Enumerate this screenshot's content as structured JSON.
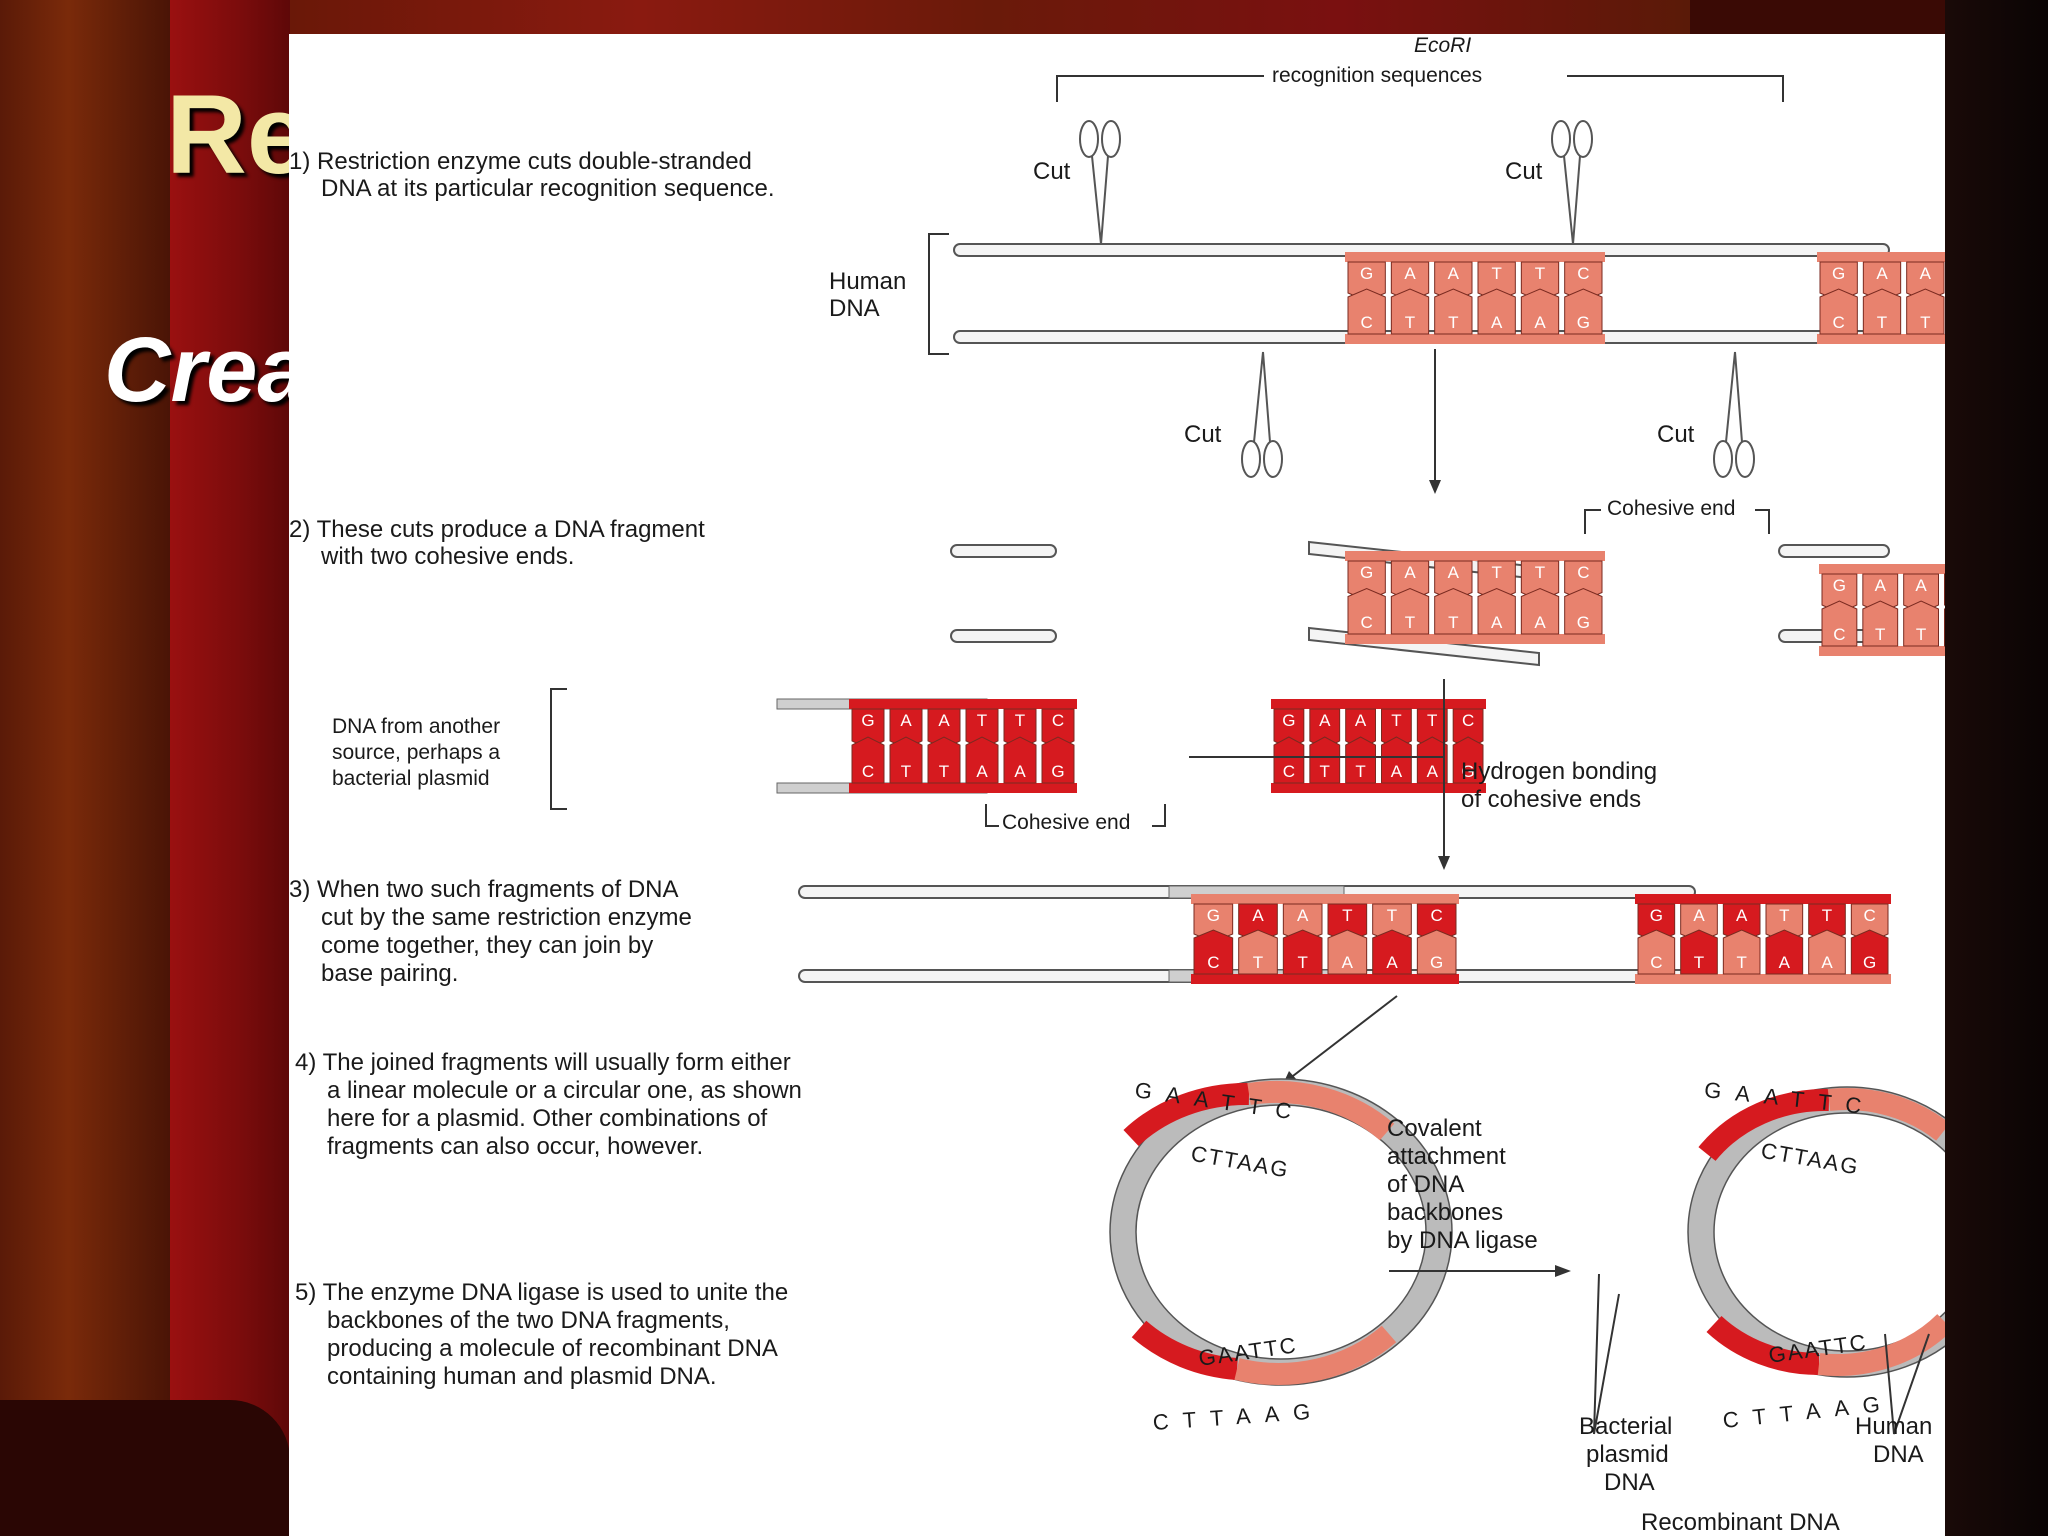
{
  "slide": {
    "title_fragment": "Re",
    "subtitle_fragment": "Crea"
  },
  "figure": {
    "enzyme_name": "EcoRI",
    "recognition_label": "recognition sequences",
    "cut_label": "Cut",
    "human_dna_label_line1": "Human",
    "human_dna_label_line2": "DNA",
    "step1": [
      "1) Restriction enzyme cuts double-stranded",
      "DNA at its particular recognition sequence."
    ],
    "step2": [
      "2) These cuts produce a DNA fragment",
      "with two cohesive ends."
    ],
    "cohesive_end_label": "Cohesive end",
    "other_source": [
      "DNA from another",
      "source, perhaps a",
      "bacterial plasmid"
    ],
    "hydrogen_bonding": [
      "Hydrogen bonding",
      "of cohesive ends"
    ],
    "step3": [
      "3) When two such fragments of DNA",
      "cut by the same restriction enzyme",
      "come together, they can join by",
      "base pairing."
    ],
    "step4": [
      "4) The joined fragments will usually form either",
      "a linear molecule or a circular one, as shown",
      "here for a plasmid. Other combinations of",
      "fragments can also occur, however."
    ],
    "step5": [
      "5) The enzyme DNA ligase is used to unite the",
      "backbones of the two DNA fragments,",
      "producing a molecule of recombinant DNA",
      "containing human and plasmid DNA."
    ],
    "covalent": [
      "Covalent",
      "attachment",
      "of DNA",
      "backbones",
      "by DNA ligase"
    ],
    "bacterial_plasmid": [
      "Bacterial",
      "plasmid",
      "DNA"
    ],
    "human_dna_short": [
      "Human",
      "DNA"
    ],
    "recombinant_label": "Recombinant DNA",
    "top_sequence": [
      "G",
      "A",
      "A",
      "T",
      "T",
      "C"
    ],
    "bottom_sequence": [
      "C",
      "T",
      "T",
      "A",
      "A",
      "G"
    ],
    "circle_top_outer": "GAATTC",
    "circle_top_inner": "CTTAAG",
    "circle_bottom_inner": "GAATTC",
    "circle_bottom_outer": "CTTAAG"
  },
  "colors": {
    "human_dna": "#e8826e",
    "plasmid_dna": "#d61a1f",
    "backbone": "#cfcfcf",
    "title": "#f3e8a6",
    "curtain": "#8b1010"
  }
}
